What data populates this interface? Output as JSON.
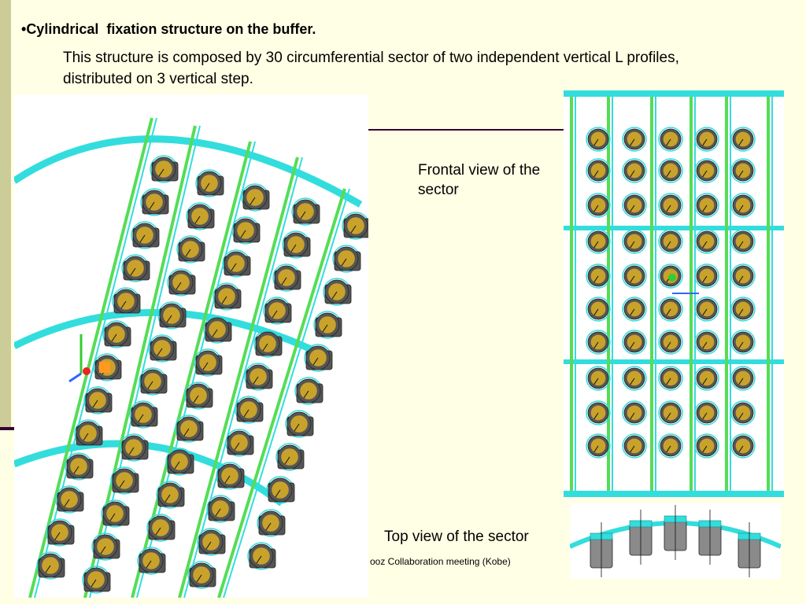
{
  "slide": {
    "bullet": "•",
    "title": "Cylindrical  fixation structure on the buffer.",
    "body": "This structure is composed by 30 circumferential sector of two independent vertical L profiles, distributed on 3 vertical step.",
    "caption_frontal": "Frontal view of the sector",
    "caption_top": "Top view of the sector",
    "footer": "ooz Collaboration meeting (Kobe)"
  },
  "colors": {
    "background": "#ffffe5",
    "sidebar": "#cccc99",
    "accent_rule": "#330033",
    "structure": "#33dddd",
    "rail": "#55dd55",
    "pmt_body": "#555555",
    "pmt_face": "#c8a22a"
  }
}
